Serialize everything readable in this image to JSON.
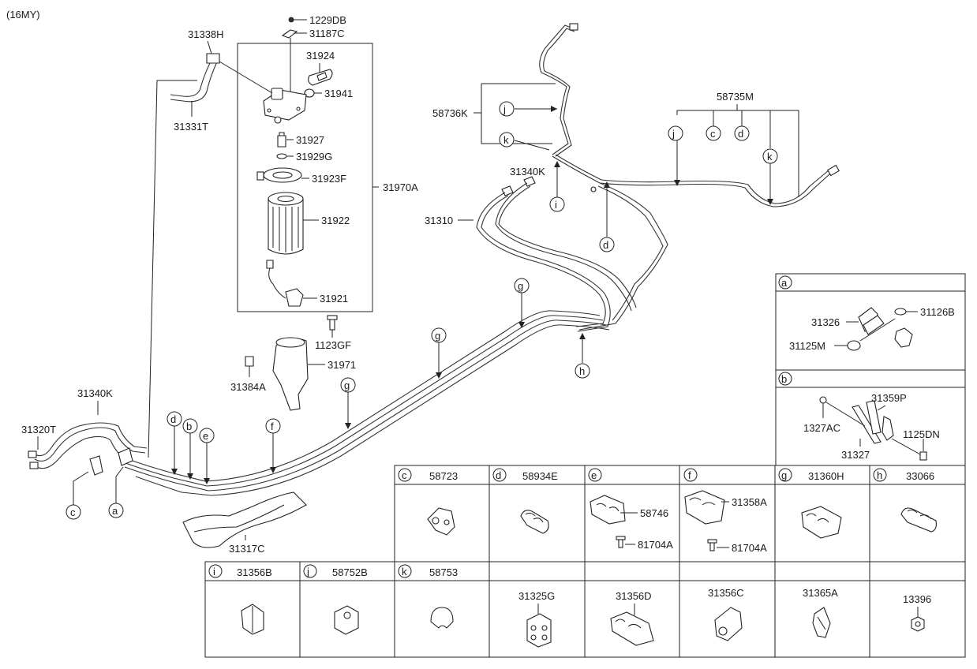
{
  "model_year": "(16MY)",
  "callouts": {
    "c1229DB": "1229DB",
    "c31187C": "31187C",
    "c31338H": "31338H",
    "c31924": "31924",
    "c31941": "31941",
    "c31331T": "31331T",
    "c31927": "31927",
    "c31929G": "31929G",
    "c31923F": "31923F",
    "c31970A": "31970A",
    "c31922": "31922",
    "c31921": "31921",
    "c1123GF": "1123GF",
    "c31971": "31971",
    "c31384A": "31384A",
    "c58736K": "58736K",
    "c58735M": "58735M",
    "c31340K_top": "31340K",
    "c31310": "31310",
    "c31340K_left": "31340K",
    "c31320T": "31320T",
    "c31317C": "31317C"
  },
  "letters": {
    "a": "a",
    "b": "b",
    "c": "c",
    "d": "d",
    "e": "e",
    "f": "f",
    "g": "g",
    "h": "h",
    "i": "i",
    "j": "j",
    "k": "k"
  },
  "panel_a": {
    "letter": "a",
    "p1": "31126B",
    "p2": "31326",
    "p3": "31125M"
  },
  "panel_b": {
    "letter": "b",
    "p1": "31359P",
    "p2": "1327AC",
    "p3": "1125DN",
    "p4": "31327"
  },
  "grid_row1": [
    {
      "letter": "c",
      "part": "58723"
    },
    {
      "letter": "d",
      "part": "58934E"
    },
    {
      "letter": "e",
      "part": "",
      "sub1": "58746",
      "sub2": "81704A"
    },
    {
      "letter": "f",
      "part": "",
      "sub1": "31358A",
      "sub2": "81704A"
    },
    {
      "letter": "g",
      "part": "31360H"
    },
    {
      "letter": "h",
      "part": "33066"
    }
  ],
  "grid_row2": [
    {
      "letter": "i",
      "part": "31356B"
    },
    {
      "letter": "j",
      "part": "58752B"
    },
    {
      "letter": "k",
      "part": "58753"
    },
    {
      "letter": "",
      "part": "31325G"
    },
    {
      "letter": "",
      "part": "31356D"
    },
    {
      "letter": "",
      "part": "31356C"
    },
    {
      "letter": "",
      "part": "31365A"
    },
    {
      "letter": "",
      "part": "13396"
    }
  ]
}
